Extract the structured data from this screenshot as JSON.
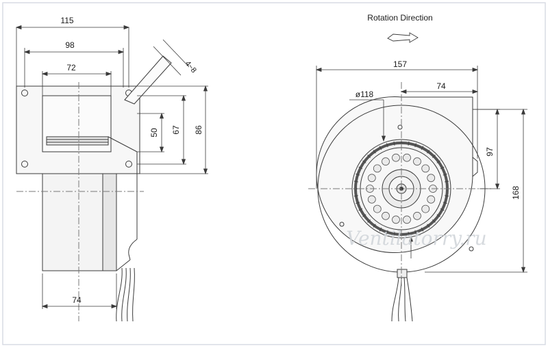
{
  "title": "Rotation Direction",
  "watermark": "Ventilatorry.ru",
  "side_view": {
    "dims": {
      "width_total": "115",
      "width_mid": "98",
      "width_inner": "72",
      "flange_slot": "4~8",
      "height_inner": "50",
      "height_mid": "67",
      "height_total": "86",
      "depth_bottom": "74"
    }
  },
  "front_view": {
    "dims": {
      "width_total": "157",
      "offset_right": "74",
      "impeller_diameter": "ø118",
      "outlet_height": "97",
      "height_total": "168"
    }
  },
  "colors": {
    "line": "#3a3a3a",
    "frame": "#d8dce4",
    "fan_fill": "#f1f1f1",
    "watermark": "#cfd3d8"
  }
}
